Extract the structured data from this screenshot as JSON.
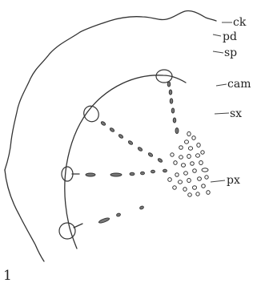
{
  "figure": {
    "number": "1",
    "labels": {
      "ck": "ck",
      "pd": "pd",
      "sp": "sp",
      "cam": "cam",
      "sx": "sx",
      "px": "px"
    }
  }
}
